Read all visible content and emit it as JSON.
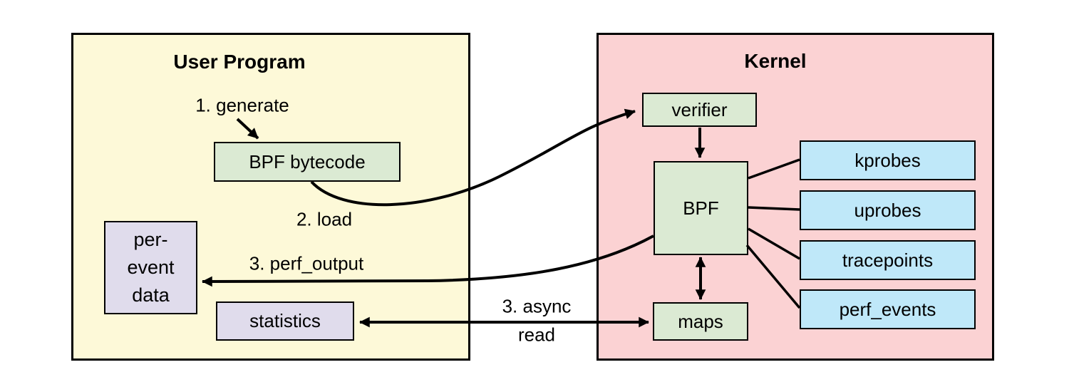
{
  "diagram": {
    "user_program": {
      "title": "User Program",
      "bpf_bytecode_label": "BPF bytecode",
      "per_event_data_lines": [
        "per-",
        "event",
        "data"
      ],
      "statistics_label": "statistics"
    },
    "kernel": {
      "title": "Kernel",
      "verifier_label": "verifier",
      "bpf_label": "BPF",
      "maps_label": "maps",
      "events": [
        "kprobes",
        "uprobes",
        "tracepoints",
        "perf_events"
      ]
    },
    "flow_labels": {
      "generate": "1. generate",
      "load": "2. load",
      "perf_output": "3. perf_output",
      "async_line1": "3. async",
      "async_line2": "read"
    },
    "colors": {
      "user_program_bg": "#FDF9D8",
      "kernel_bg": "#FBD2D3",
      "process_box_bg": "#DBEAD3",
      "event_box_bg": "#BFE8F9",
      "data_box_bg": "#E0DCEC",
      "line": "#000000"
    }
  }
}
